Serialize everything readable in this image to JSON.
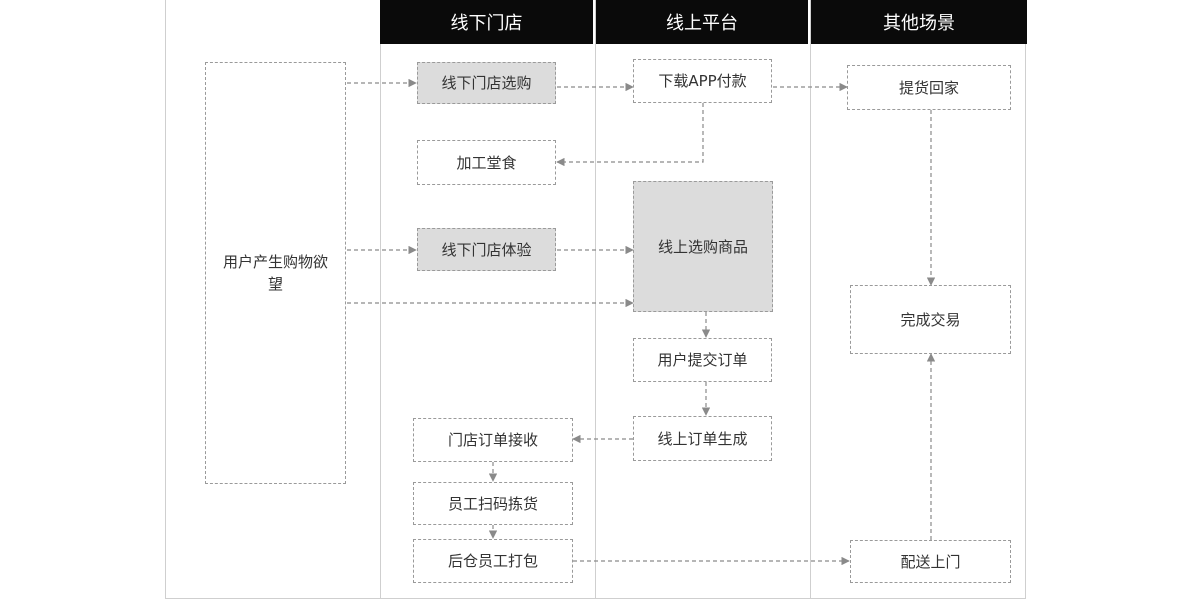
{
  "lanes": {
    "offline": "线下门店",
    "online": "线上平台",
    "other": "其他场景"
  },
  "nodes": {
    "desire": "用户产生购物欲望",
    "offline_shop": "线下门店选购",
    "download_pay": "下载APP付款",
    "pickup": "提货回家",
    "dine_in": "加工堂食",
    "offline_experience": "线下门店体验",
    "online_shop": "线上选购商品",
    "submit_order": "用户提交订单",
    "order_created": "线上订单生成",
    "store_receive": "门店订单接收",
    "staff_pick": "员工扫码拣货",
    "pack": "后仓员工打包",
    "deliver": "配送上门",
    "complete": "完成交易"
  },
  "colors": {
    "header_bg": "#0a0a0a",
    "shaded_node": "#dcdcdc",
    "edge": "#8a8a8a"
  }
}
